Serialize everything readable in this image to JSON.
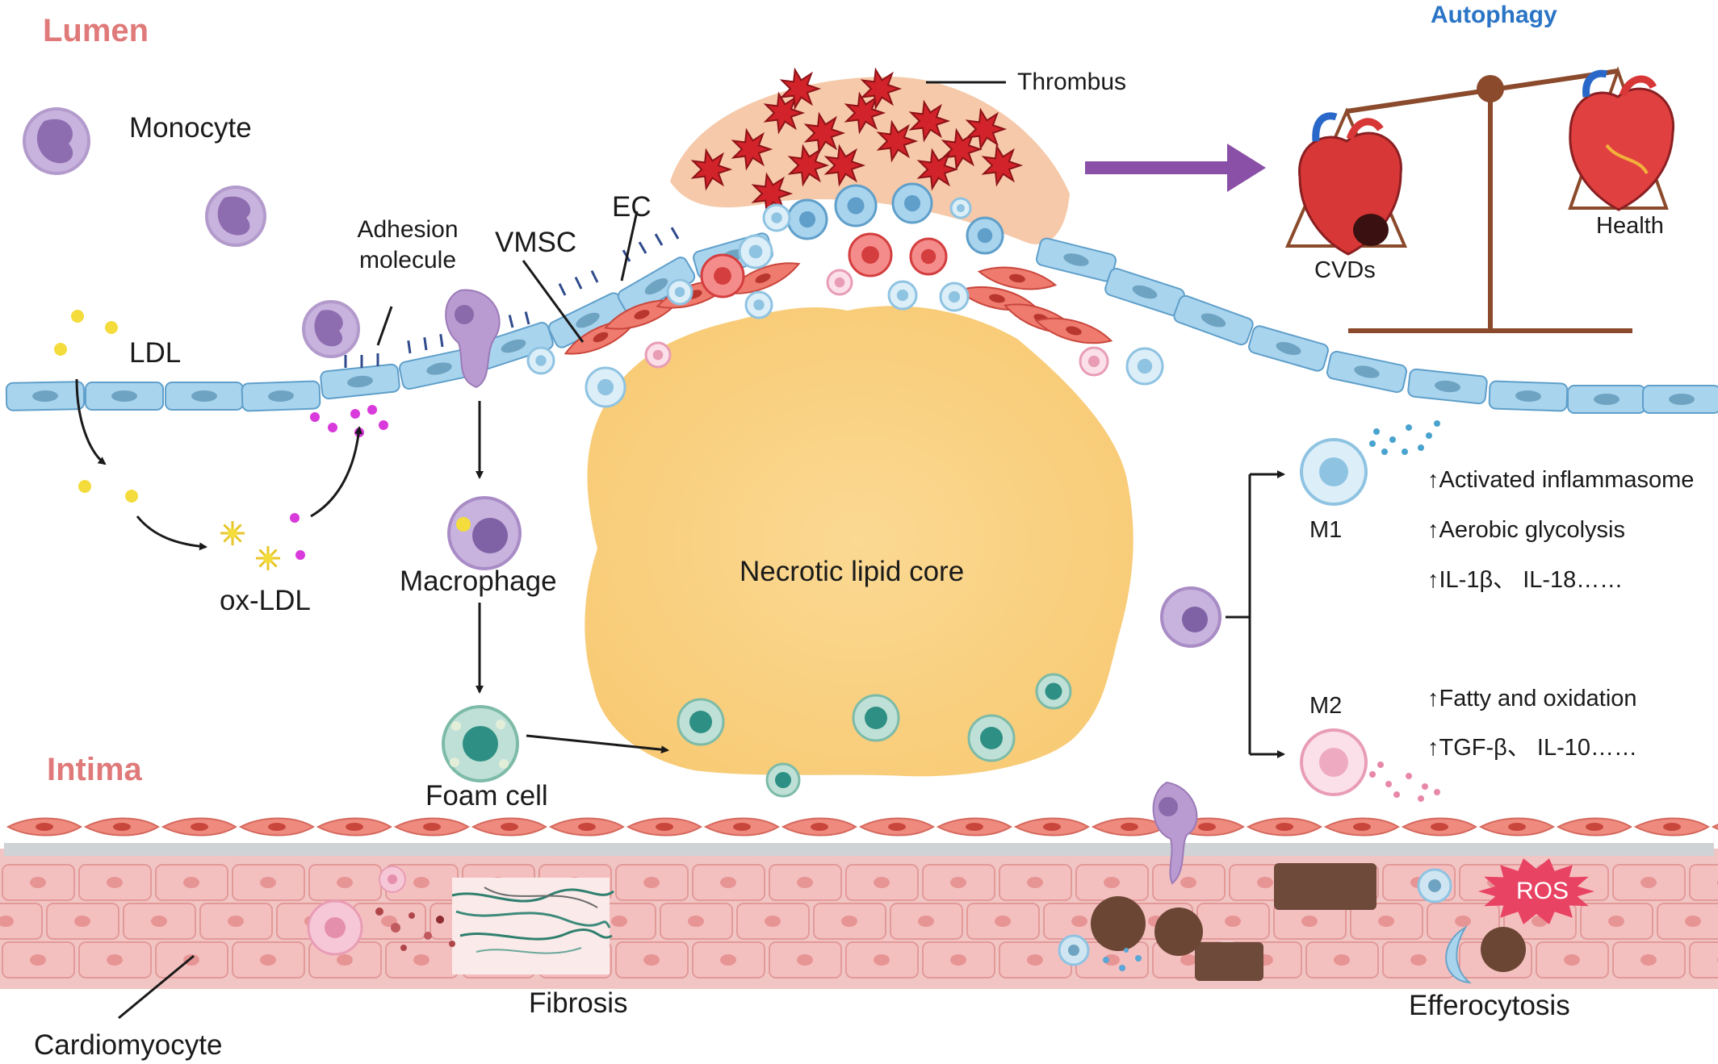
{
  "regions": {
    "lumen": "Lumen",
    "intima": "Intima"
  },
  "labels": {
    "monocyte": "Monocyte",
    "ldl": "LDL",
    "ox_ldl": "ox-LDL",
    "adhesion_line1": "Adhesion",
    "adhesion_line2": "molecule",
    "vmsc": "VMSC",
    "ec": "EC",
    "thrombus": "Thrombus",
    "macrophage": "Macrophage",
    "foam_cell": "Foam cell",
    "necrotic_core": "Necrotic lipid core",
    "fibrosis": "Fibrosis",
    "cardiomyocyte": "Cardiomyocyte",
    "efferocytosis": "Efferocytosis",
    "ros": "ROS"
  },
  "autophagy": {
    "title": "Autophagy",
    "left_label": "CVDs",
    "right_label": "Health"
  },
  "polarization": {
    "m1": {
      "label": "M1",
      "effects": [
        "↑Activated inflammasome",
        "↑Aerobic glycolysis",
        "↑IL-1β、 IL-18……"
      ]
    },
    "m2": {
      "label": "M2",
      "effects": [
        "↑Fatty and oxidation",
        "↑TGF-β、 IL-10……"
      ]
    }
  },
  "colors": {
    "lumen_label": "#e07a7a",
    "intima_label": "#e07a7a",
    "autophagy_title": "#2a74c6",
    "endothelial": "#a9d4ee",
    "necrotic_core": "#fad48a",
    "thrombus_cap": "#f6ccab",
    "platelet": "#d2232a",
    "monocyte": "#b99bd1",
    "smooth_muscle": "#ef7a6e",
    "cardiomyocyte": "#f4c0bf",
    "arrow_purple": "#8a4fa6",
    "scale_brown": "#8b4a2b"
  }
}
